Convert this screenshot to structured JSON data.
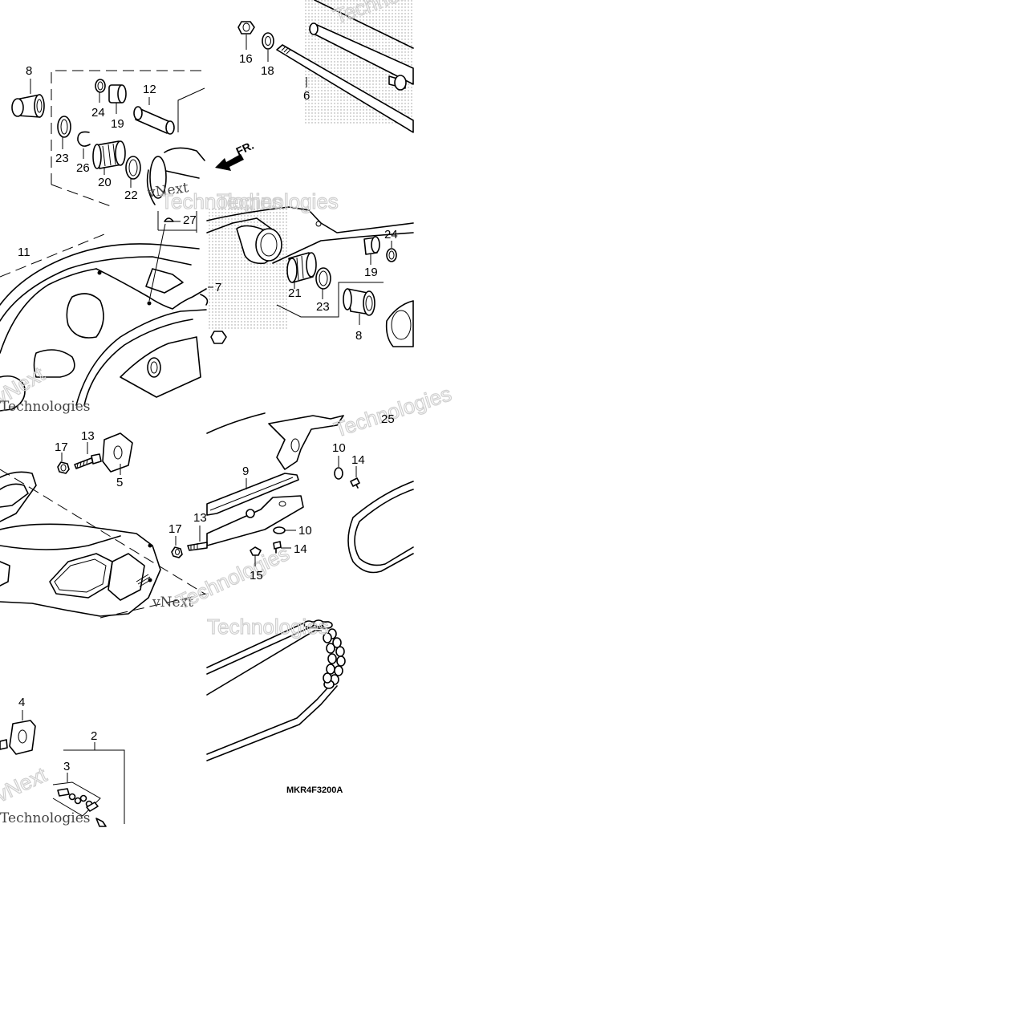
{
  "diagram_code": "MKR4F3200A",
  "direction_label": "FR.",
  "watermark": {
    "word1": "vNext",
    "word2": "Technologies"
  },
  "callouts": {
    "p8a": "8",
    "p24a": "24",
    "p19a": "19",
    "p12": "12",
    "p23a": "23",
    "p26": "26",
    "p20": "20",
    "p22": "22",
    "p16": "16",
    "p18": "18",
    "p6": "6",
    "p27": "27",
    "p11": "11",
    "p7": "7",
    "p24b": "24",
    "p19b": "19",
    "p21": "21",
    "p23b": "23",
    "p8b": "8",
    "p17a": "17",
    "p13a": "13",
    "p5": "5",
    "p17b": "17",
    "p13b": "13",
    "p25": "25",
    "p10a": "10",
    "p14a": "14",
    "p9": "9",
    "p10b": "10",
    "p14b": "14",
    "p15": "15",
    "p4": "4",
    "p2": "2",
    "p3": "3"
  }
}
